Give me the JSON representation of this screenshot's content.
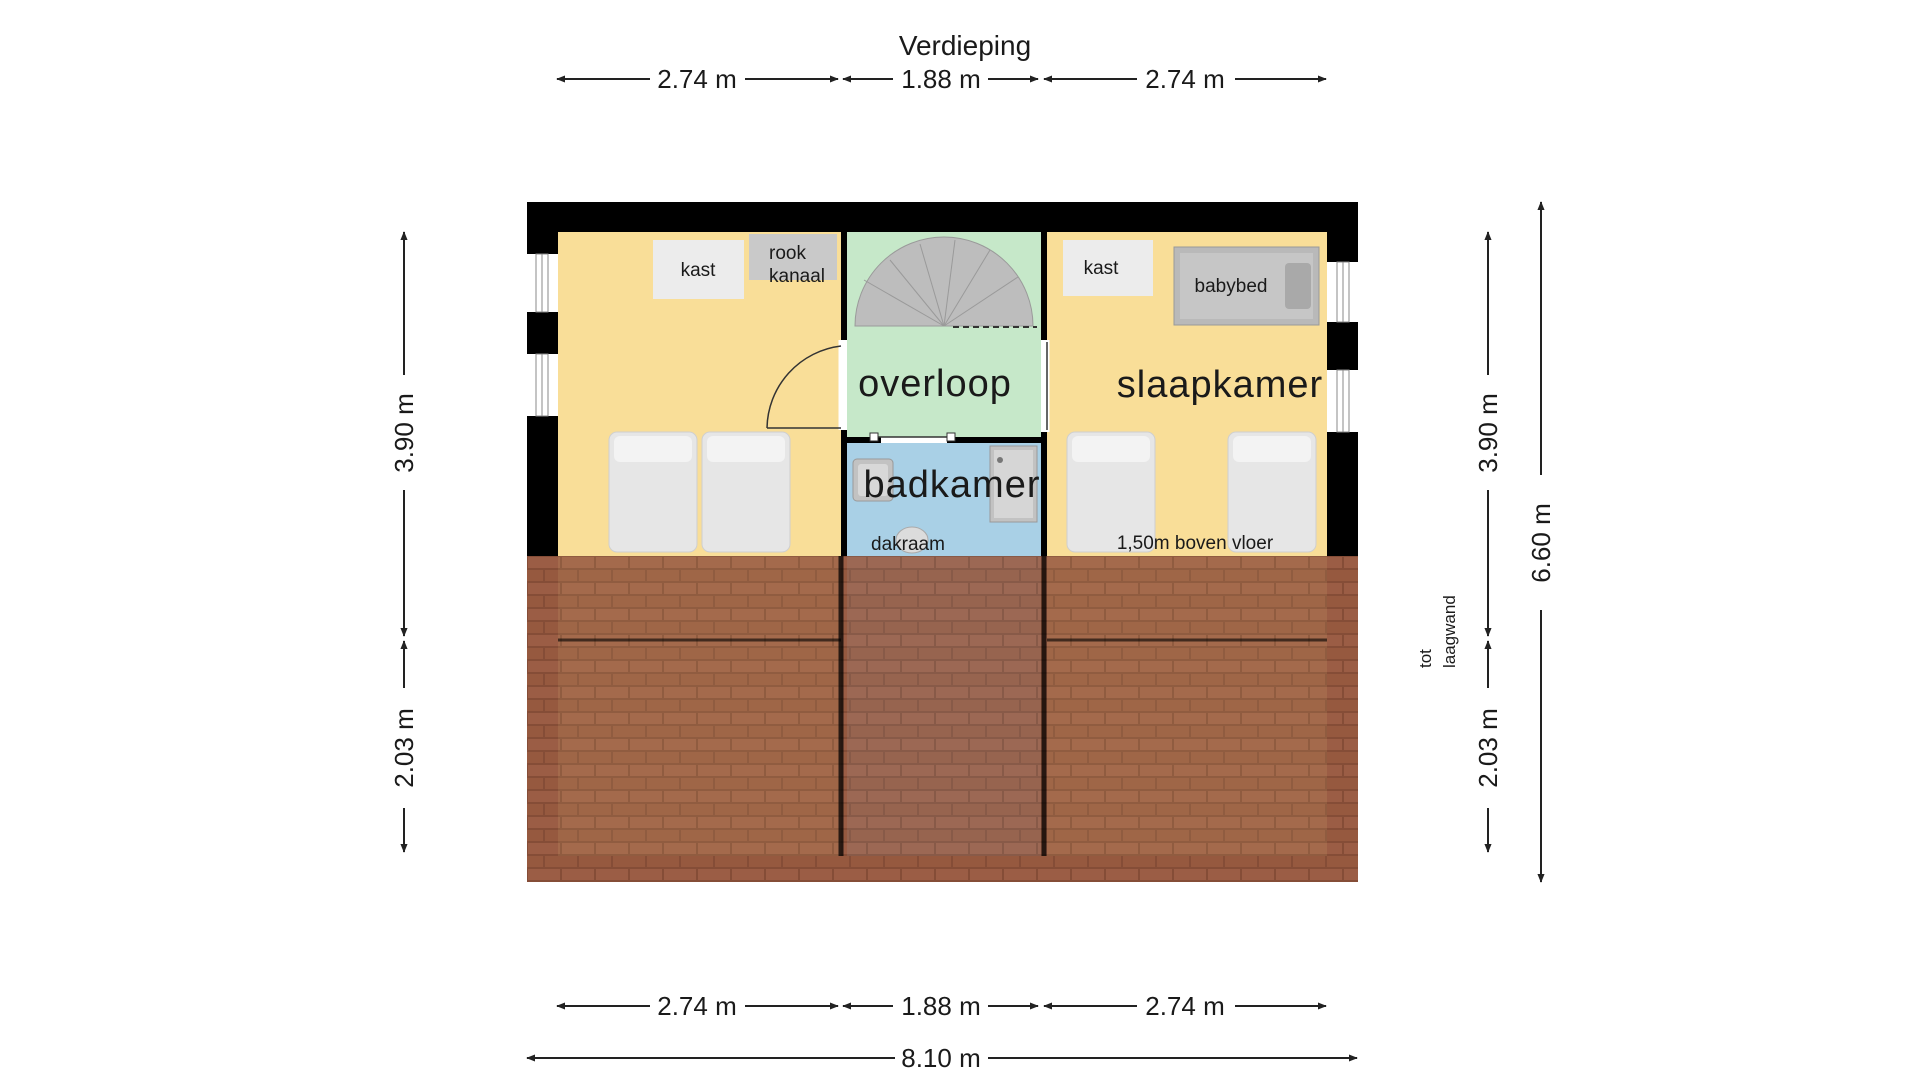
{
  "title": "Verdieping",
  "dimensions": {
    "top_left": "2.74 m",
    "top_mid": "1.88 m",
    "top_right": "2.74 m",
    "bottom_left": "2.74 m",
    "bottom_mid": "1.88 m",
    "bottom_right": "2.74 m",
    "total_width": "8.10 m",
    "left_upper": "3.90 m",
    "left_lower": "2.03 m",
    "right_upper": "3.90 m",
    "right_lower": "2.03 m",
    "total_depth": "6.60 m"
  },
  "rooms": {
    "overloop": "overloop",
    "slaapkamer": "slaapkamer",
    "badkamer": "badkamer"
  },
  "labels": {
    "kast_left": "kast",
    "kast_right": "kast",
    "rookkanaal_1": "rook",
    "rookkanaal_2": "kanaal",
    "babybed": "babybed",
    "dakraam": "dakraam",
    "boven_vloer": "1,50m boven vloer",
    "tot": "tot",
    "laagwand": "laagwand"
  },
  "colors": {
    "bedroom": "#f9de98",
    "landing": "#c6e8c9",
    "bathroom": "#a9d0e6",
    "wall": "#000000",
    "roof_tiles": "#7a3a2c"
  }
}
